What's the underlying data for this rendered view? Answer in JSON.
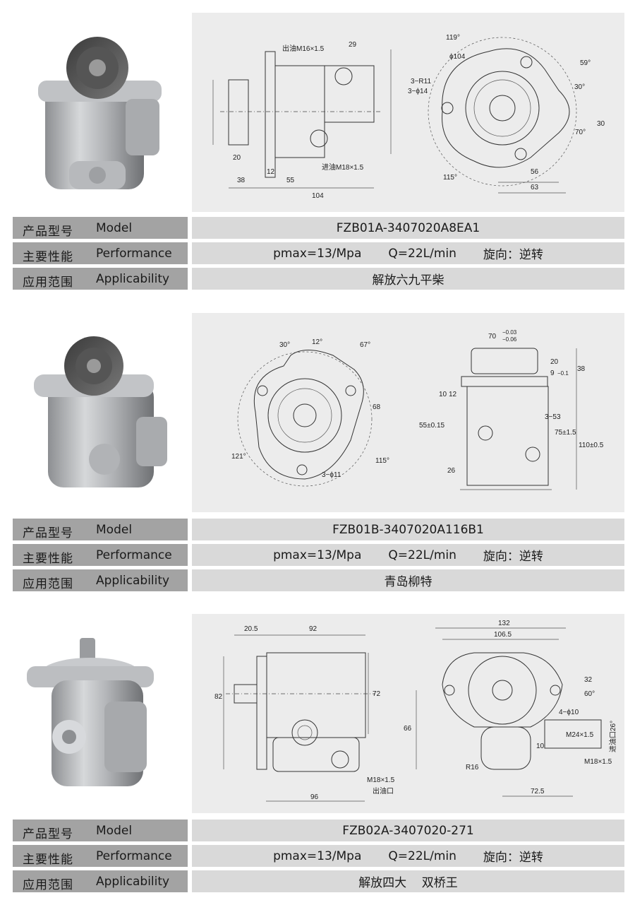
{
  "labels": {
    "model_cn": "产品型号",
    "model_en": "Model",
    "perf_cn": "主要性能",
    "perf_en": "Performance",
    "app_cn": "应用范围",
    "app_en": "Applicability"
  },
  "products": [
    {
      "model": "FZB01A-3407020A8EA1",
      "pressure": "pmax=13/Mpa",
      "flow": "Q=22L/min",
      "rotation": "旋向：逆转",
      "application": "解放六九平柴",
      "dims": {
        "outlet": "出油M16×1.5",
        "inlet": "进油M18×1.5",
        "d29": "29",
        "d20": "20",
        "d12": "12",
        "d38": "38",
        "d55": "55",
        "d104": "104",
        "a119": "119°",
        "a59": "59°",
        "a30": "30°",
        "a70": "70°",
        "d30": "30",
        "phi104": "ϕ104",
        "r11": "3−R11",
        "phi14": "3−ϕ14",
        "a115": "115°",
        "d56": "56",
        "d63": "63"
      }
    },
    {
      "model": "FZB01B-3407020A116B1",
      "pressure": "pmax=13/Mpa",
      "flow": "Q=22L/min",
      "rotation": "旋向：逆转",
      "application": "青岛柳特",
      "dims": {
        "a30": "30°",
        "a12": "12°",
        "a67": "67°",
        "d68": "68",
        "a121": "121°",
        "a115": "115°",
        "phi11": "3−ϕ11",
        "d70": "70",
        "tol_up": "−0.03",
        "tol_dn": "−0.06",
        "d20": "20",
        "d9": "9",
        "tol9": "−0.1",
        "d38": "38",
        "d10": "10",
        "d12": "12",
        "d55": "55±0.15",
        "d353": "3−53",
        "d75": "75±1.5",
        "d110": "110±0.5",
        "d26": "26"
      }
    },
    {
      "model": "FZB02A-3407020-271",
      "pressure": "pmax=13/Mpa",
      "flow": "Q=22L/min",
      "rotation": "旋向：逆转",
      "application": "解放四大    双桥王",
      "dims": {
        "d205": "20.5",
        "d92": "92",
        "d82": "82",
        "d72": "72",
        "thread": "M18×1.5",
        "outlet": "出油口",
        "d96": "96",
        "d132": "132",
        "d1065": "106.5",
        "d32": "32",
        "a60": "60°",
        "phi10": "4−ϕ10",
        "d66": "66",
        "m24": "M24×1.5",
        "inlet26": "进油口26°",
        "d10": "10",
        "r16": "R16",
        "m18": "M18×1.5",
        "d725": "72.5"
      }
    }
  ]
}
